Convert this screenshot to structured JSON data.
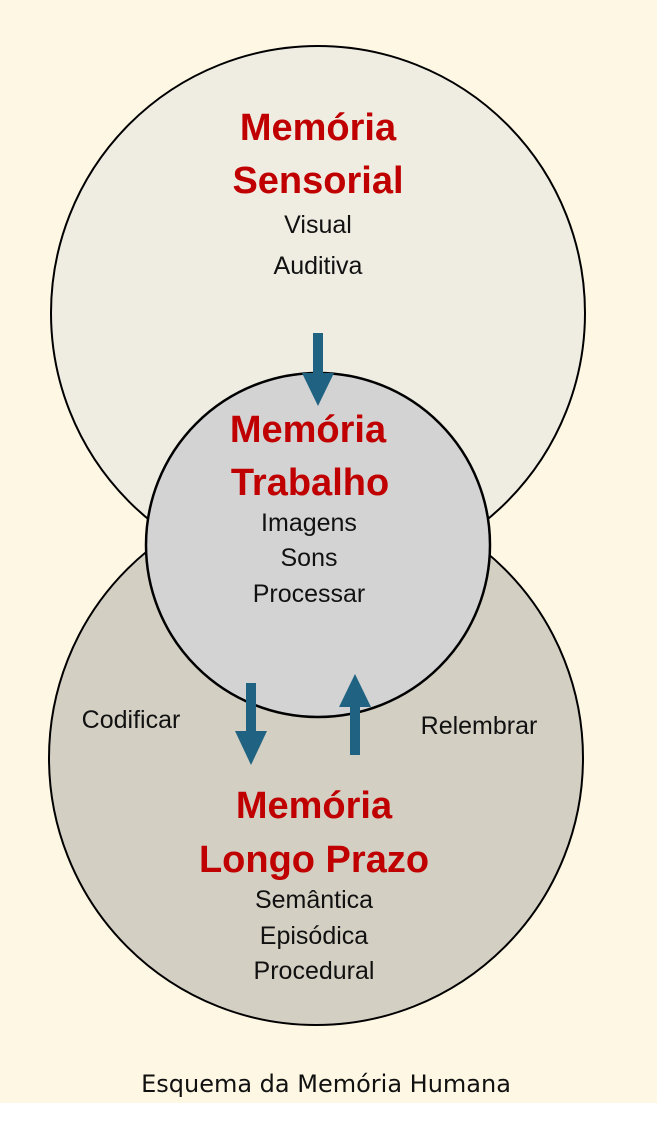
{
  "colors": {
    "background": "#fef7e4",
    "sensorial": "#efede2",
    "longo": "#d3cfc3",
    "trabalho": "#d3d3d3",
    "title": "#c00000",
    "arrow": "#1f6282"
  },
  "sensorial": {
    "title_1": "Memória",
    "title_2": "Sensorial",
    "items": [
      "Visual",
      "Auditiva"
    ]
  },
  "trabalho": {
    "title_1": "Memória",
    "title_2": "Trabalho",
    "items": [
      "Imagens",
      "Sons",
      "Processar"
    ]
  },
  "longo": {
    "title_1": "Memória",
    "title_2": "Longo Prazo",
    "items": [
      "Semântica",
      "Episódica",
      "Procedural"
    ]
  },
  "labels": {
    "codificar": "Codificar",
    "relembrar": "Relembrar"
  },
  "caption": "Esquema da Memória Humana"
}
